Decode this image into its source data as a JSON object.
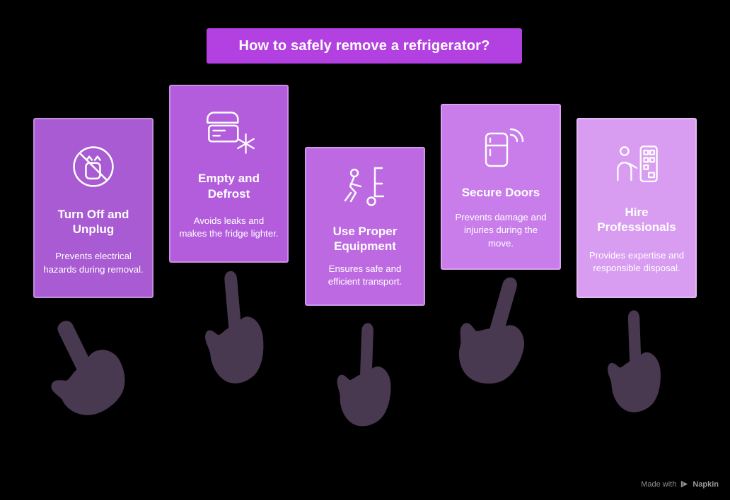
{
  "background": "#000000",
  "banner": {
    "text": "How to safely remove a refrigerator?",
    "color": "#b340e0"
  },
  "cards": [
    {
      "title": "Turn Off and Unplug",
      "description": "Prevents electrical hazards during removal.",
      "icon": "no-plug-icon",
      "color": "#a85bd2"
    },
    {
      "title": "Empty and Defrost",
      "description": "Avoids leaks and makes the fridge lighter.",
      "icon": "fridge-defrost-icon",
      "color": "#b35ddd"
    },
    {
      "title": "Use Proper Equipment",
      "description": "Ensures safe and efficient transport.",
      "icon": "hand-truck-icon",
      "color": "#bd6ae2"
    },
    {
      "title": "Secure Doors",
      "description": "Prevents damage and injuries during the move.",
      "icon": "fridge-signal-icon",
      "color": "#c87dea"
    },
    {
      "title": "Hire Professionals",
      "description": "Provides expertise and responsible disposal.",
      "icon": "professional-disposal-icon",
      "color": "#d89df0"
    }
  ],
  "hand_color": "#483850",
  "footer": {
    "made_with": "Made with",
    "brand": "Napkin"
  }
}
